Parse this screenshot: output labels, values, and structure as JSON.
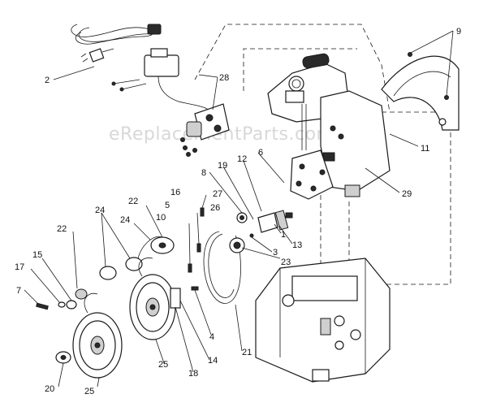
{
  "watermark": "eReplacementParts.com",
  "callouts": {
    "c1": "1",
    "c2": "2",
    "c3": "3",
    "c4": "4",
    "c5": "5",
    "c6": "6",
    "c7": "7",
    "c8": "8",
    "c9": "9",
    "c10": "10",
    "c11": "11",
    "c12": "12",
    "c13": "13",
    "c14": "14",
    "c15": "15",
    "c16": "16",
    "c17": "17",
    "c18": "18",
    "c19": "19",
    "c20": "20",
    "c21": "21",
    "c22a": "22",
    "c22b": "22",
    "c23": "23",
    "c24a": "24",
    "c24b": "24",
    "c25a": "25",
    "c25b": "25",
    "c26": "26",
    "c27": "27",
    "c28": "28",
    "c29": "29"
  }
}
